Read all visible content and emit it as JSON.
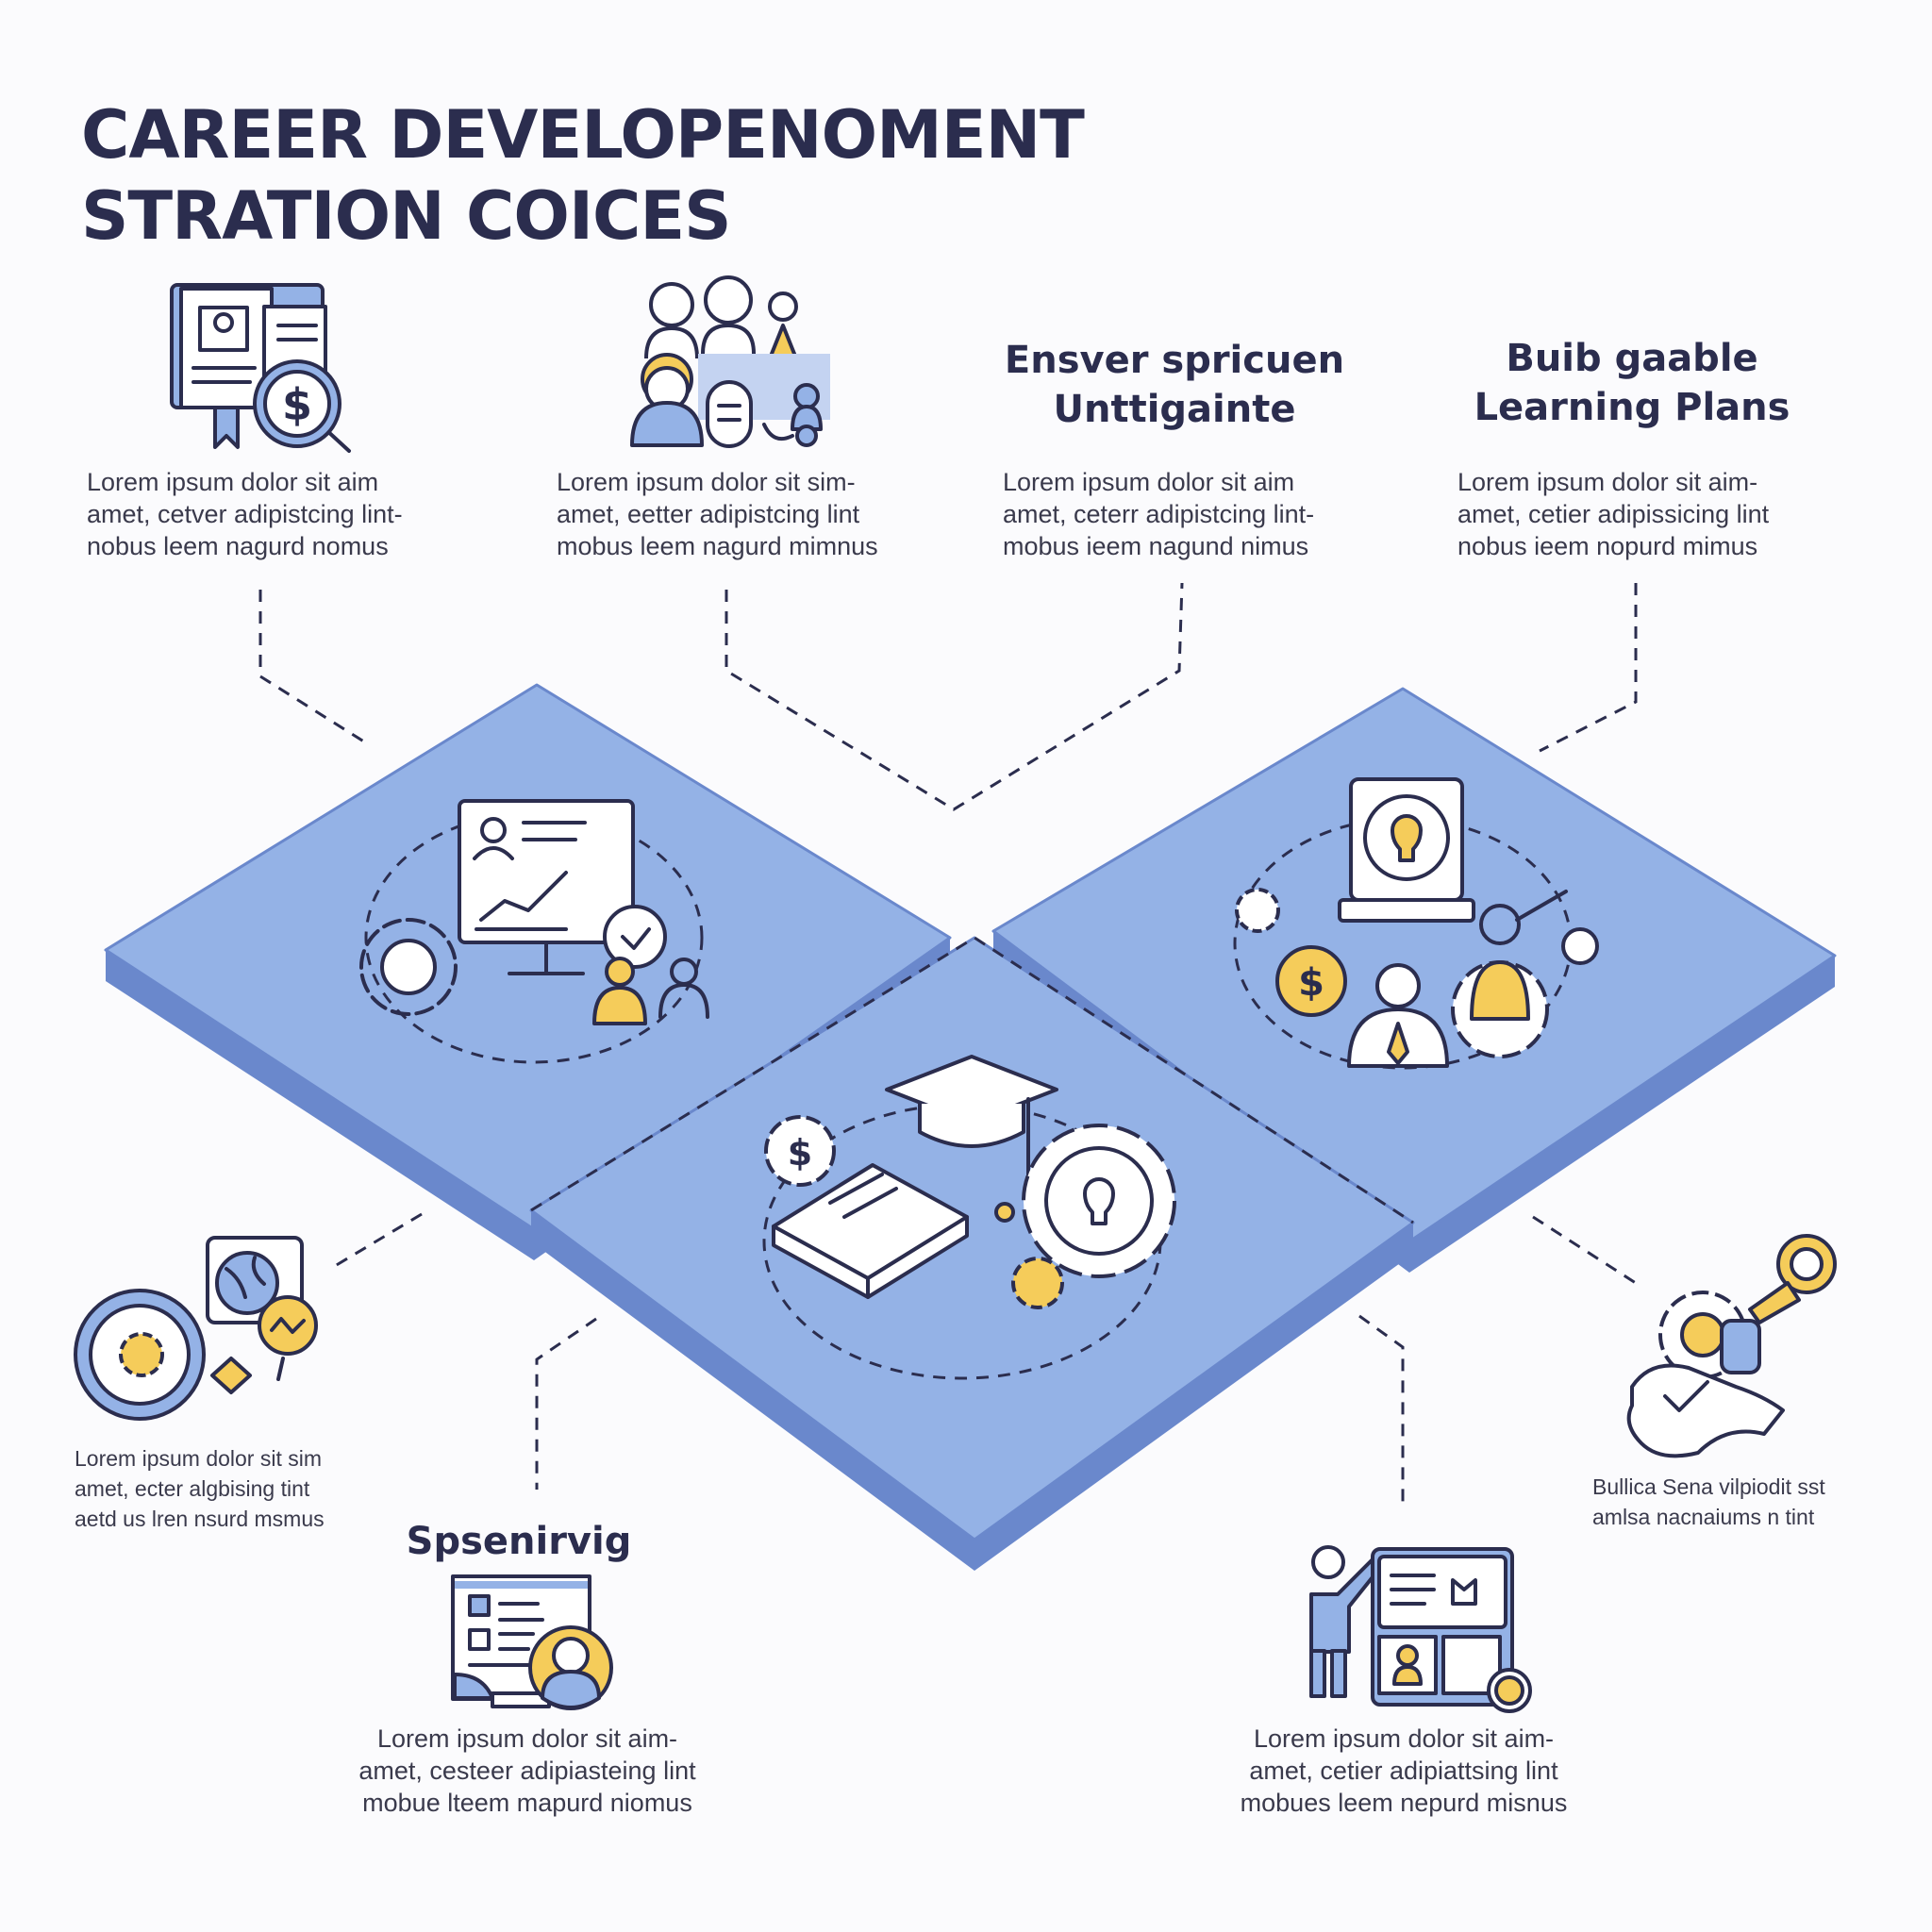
{
  "title": {
    "line1": "CAREER DEVELOPENOMENT",
    "line2": "STRATION COICES"
  },
  "top_items": [
    {
      "body": [
        "Lorem ipsum dolor sit aim",
        "amet, cetver adipistcing lint-",
        "nobus leem nagurd nomus"
      ],
      "icon": "resume-dollar-magnifier-icon"
    },
    {
      "body": [
        "Lorem ipsum dolor sit sim-",
        "amet, eetter adipistcing lint",
        "mobus leem nagurd mimnus"
      ],
      "icon": "team-people-icon"
    },
    {
      "heading": [
        "Ensver spricuen",
        "Unttigainte"
      ],
      "body": [
        "Lorem ipsum dolor sit aim",
        "amet, ceterr adipistcing lint-",
        "mobus ieem nagund nimus"
      ]
    },
    {
      "heading": [
        "Buib gaable",
        "Learning Plans"
      ],
      "body": [
        "Lorem ipsum dolor sit aim-",
        "amet, cetier adipissicing lint",
        "nobus ieem nopurd mimus"
      ]
    }
  ],
  "bottom_items": [
    {
      "body": [
        "Lorem ipsum dolor sit sim",
        "amet, ecter algbising tint",
        "aetd us lren nsurd msmus"
      ],
      "icon": "globe-target-icon"
    },
    {
      "heading": "Spsenirvig",
      "body": [
        "Lorem ipsum dolor sit aim-",
        "amet, cesteer adipiasteing lint",
        "mobue lteem mapurd niomus"
      ],
      "icon": "profile-document-icon"
    },
    {
      "body": [
        "Lorem ipsum dolor sit aim-",
        "amet, cetier adipiattsing lint",
        "mobues leem nepurd misnus"
      ],
      "icon": "presenter-board-icon"
    },
    {
      "body": [
        "Bullica Sena vilpiodit sst",
        "amlsa nacnaiums n tint"
      ],
      "icon": "hand-gear-key-icon"
    }
  ],
  "colors": {
    "navy": "#2b2d4e",
    "platform_top": "#94b2e6",
    "platform_side": "#6a88cc",
    "accent_yellow": "#f5cc5a"
  }
}
